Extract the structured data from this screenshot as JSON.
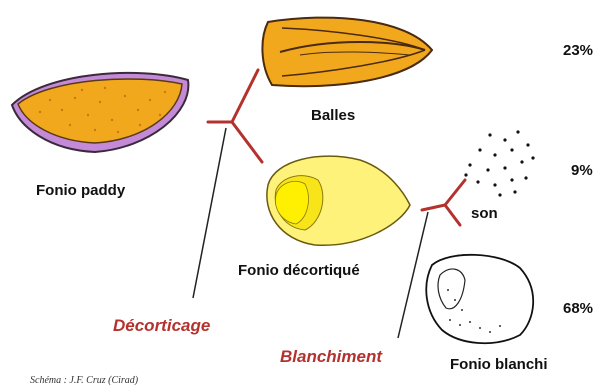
{
  "diagram": {
    "nodes": {
      "paddy": "Fonio paddy",
      "balles": "Balles",
      "decortique": "Fonio décortiqué",
      "son": "son",
      "blanchi": "Fonio blanchi"
    },
    "percentages": {
      "balles": "23%",
      "son": "9%",
      "blanchi": "68%"
    },
    "processes": {
      "decorticage": "Décorticage",
      "blanchiment": "Blanchiment"
    },
    "credit": "Schéma : J.F. Cruz (Cirad)",
    "colors": {
      "arrow": "#b4322e",
      "grain_orange": "#f2a81d",
      "husk_purple": "#c48ad8",
      "dehulled_yellow": "#fff27a"
    }
  }
}
